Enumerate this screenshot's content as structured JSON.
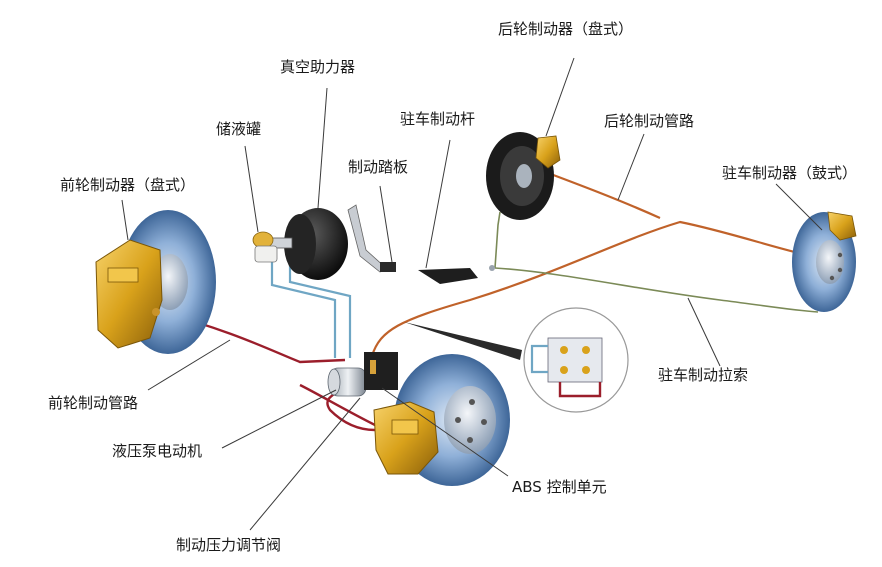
{
  "labels": {
    "rear_brake_disc": "后轮制动器（盘式）",
    "vacuum_booster": "真空助力器",
    "reservoir": "储液罐",
    "parking_lever": "驻车制动杆",
    "rear_brake_line": "后轮制动管路",
    "brake_pedal": "制动踏板",
    "front_brake_disc": "前轮制动器（盘式）",
    "parking_brake_drum": "驻车制动器（鼓式）",
    "parking_cable": "驻车制动拉索",
    "front_brake_line": "前轮制动管路",
    "pump_motor": "液压泵电动机",
    "abs_unit": "ABS 控制单元",
    "pressure_valve": "制动压力调节阀"
  },
  "colors": {
    "disc_blue": "#5f86b8",
    "caliper_gold": "#d9a21b",
    "booster_black": "#1c1c1c",
    "line_red": "#9b1e2b",
    "line_orange": "#c0622a",
    "cable_green": "#7b8a57",
    "vacuum_blue": "#6fa6c4"
  }
}
